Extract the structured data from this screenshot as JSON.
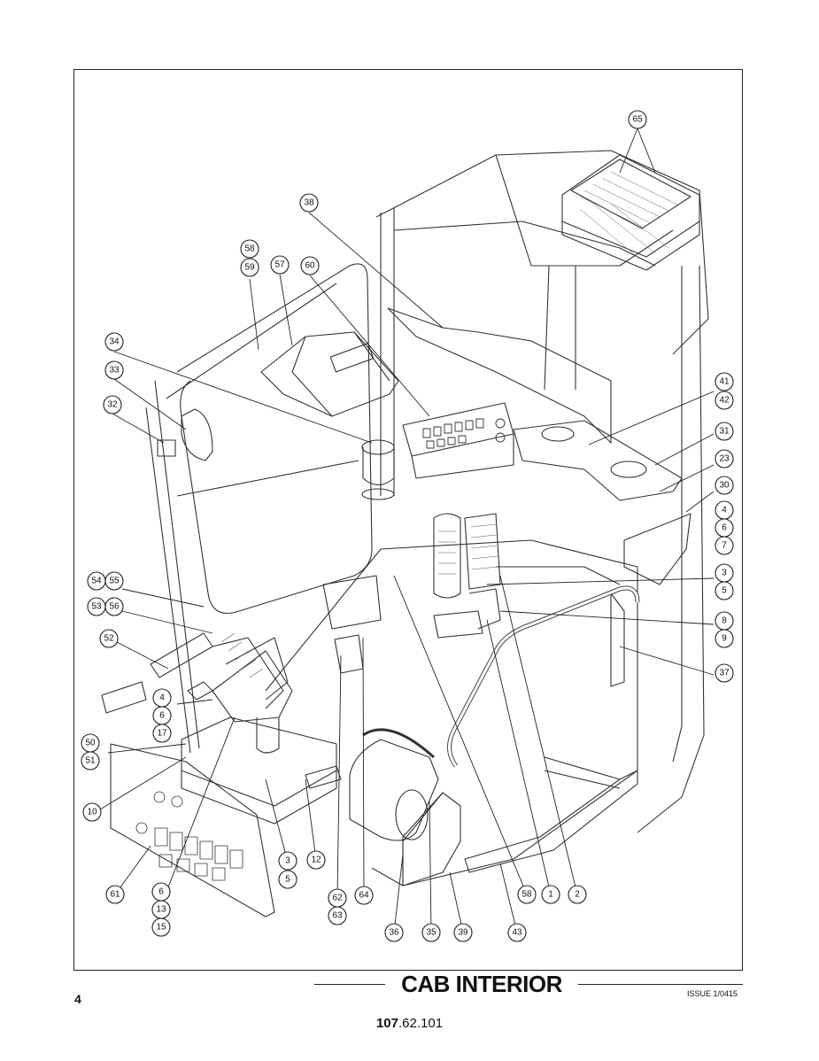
{
  "page": {
    "title": "CAB INTERIOR",
    "page_number": "4",
    "issue": "ISSUE 1/0415",
    "doc_number_bold": "107",
    "doc_number_rest": ".62.101"
  },
  "callouts": [
    {
      "id": "c65",
      "label": "65"
    },
    {
      "id": "c38",
      "label": "38"
    },
    {
      "id": "c58a",
      "label": "58"
    },
    {
      "id": "c59",
      "label": "59"
    },
    {
      "id": "c57",
      "label": "57"
    },
    {
      "id": "c60",
      "label": "60"
    },
    {
      "id": "c34",
      "label": "34"
    },
    {
      "id": "c33",
      "label": "33"
    },
    {
      "id": "c32",
      "label": "32"
    },
    {
      "id": "c41",
      "label": "41"
    },
    {
      "id": "c42",
      "label": "42"
    },
    {
      "id": "c31",
      "label": "31"
    },
    {
      "id": "c23",
      "label": "23"
    },
    {
      "id": "c30",
      "label": "30"
    },
    {
      "id": "c4a",
      "label": "4"
    },
    {
      "id": "c6a",
      "label": "6"
    },
    {
      "id": "c7",
      "label": "7"
    },
    {
      "id": "c3a",
      "label": "3"
    },
    {
      "id": "c5a",
      "label": "5"
    },
    {
      "id": "c8",
      "label": "8"
    },
    {
      "id": "c9",
      "label": "9"
    },
    {
      "id": "c37",
      "label": "37"
    },
    {
      "id": "c54",
      "label": "54"
    },
    {
      "id": "c55",
      "label": "55"
    },
    {
      "id": "c53",
      "label": "53"
    },
    {
      "id": "c56",
      "label": "56"
    },
    {
      "id": "c52",
      "label": "52"
    },
    {
      "id": "c4b",
      "label": "4"
    },
    {
      "id": "c6b",
      "label": "6"
    },
    {
      "id": "c17",
      "label": "17"
    },
    {
      "id": "c50",
      "label": "50"
    },
    {
      "id": "c51",
      "label": "51"
    },
    {
      "id": "c10",
      "label": "10"
    },
    {
      "id": "c61",
      "label": "61"
    },
    {
      "id": "c6c",
      "label": "6"
    },
    {
      "id": "c13",
      "label": "13"
    },
    {
      "id": "c15",
      "label": "15"
    },
    {
      "id": "c3b",
      "label": "3"
    },
    {
      "id": "c5b",
      "label": "5"
    },
    {
      "id": "c12",
      "label": "12"
    },
    {
      "id": "c62",
      "label": "62"
    },
    {
      "id": "c63",
      "label": "63"
    },
    {
      "id": "c64",
      "label": "64"
    },
    {
      "id": "c36",
      "label": "36"
    },
    {
      "id": "c35",
      "label": "35"
    },
    {
      "id": "c39",
      "label": "39"
    },
    {
      "id": "c43",
      "label": "43"
    },
    {
      "id": "c58b",
      "label": "58"
    },
    {
      "id": "c1",
      "label": "1"
    },
    {
      "id": "c2",
      "label": "2"
    }
  ]
}
